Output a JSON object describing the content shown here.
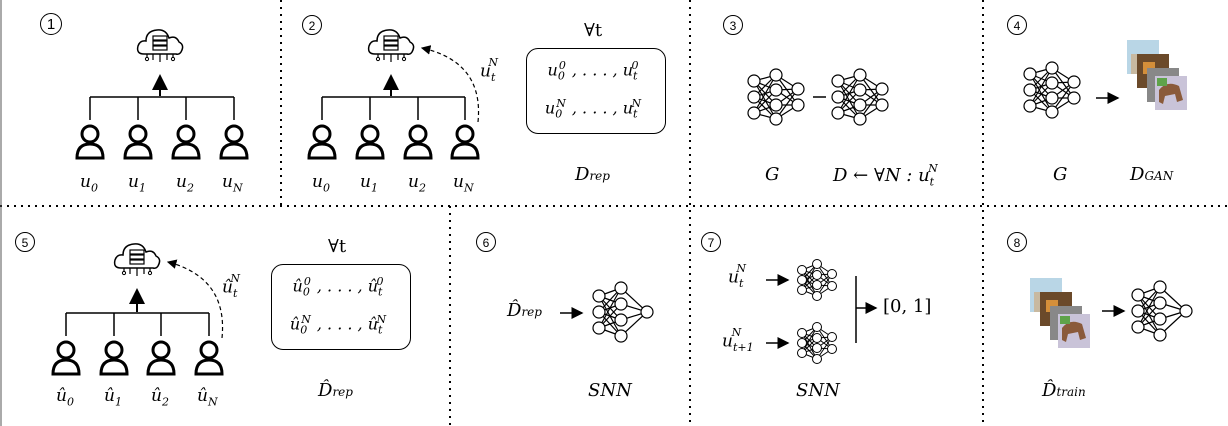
{
  "panels": [
    {
      "step": "1",
      "users": [
        "u0",
        "u1",
        "u2",
        "uN"
      ]
    },
    {
      "step": "2",
      "users": [
        "u0",
        "u1",
        "u2",
        "uN"
      ],
      "arrow_label": "u_t^N",
      "forall": "∀t",
      "rep_row1": "u_0^0, ..., u_t^0",
      "rep_row2": "u_0^N, ..., u_t^N",
      "caption": "D_rep"
    },
    {
      "step": "3",
      "captions": [
        "G",
        "D ← ∀N : u_t^N"
      ]
    },
    {
      "step": "4",
      "captions": [
        "G",
        "D_GAN"
      ]
    },
    {
      "step": "5",
      "users": [
        "û0",
        "û1",
        "û2",
        "ûN"
      ],
      "arrow_label": "û_t^N",
      "forall": "∀t",
      "rep_row1": "û_0^0, ..., û_t^0",
      "rep_row2": "û_0^N, ..., û_t^N",
      "caption": "D̂_rep"
    },
    {
      "step": "6",
      "input": "D̂_rep",
      "caption": "SNN"
    },
    {
      "step": "7",
      "inputs": [
        "u_t^N",
        "u_{t+1}^N"
      ],
      "output": "[0, 1]",
      "caption": "SNN"
    },
    {
      "step": "8",
      "caption": "D̂_train"
    }
  ],
  "icons": [
    "cloud-server-icon",
    "user-icon",
    "neural-network-icon",
    "image-stack-icon"
  ]
}
